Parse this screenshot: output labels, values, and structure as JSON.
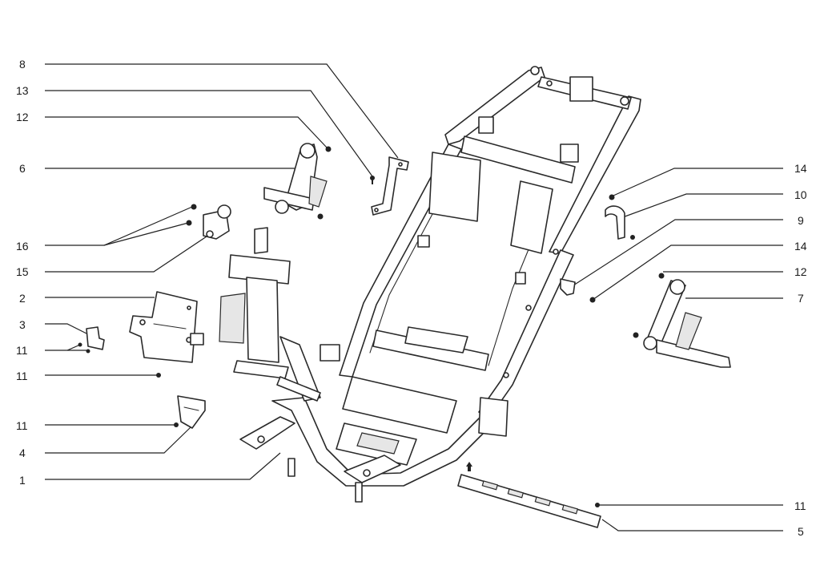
{
  "callouts": {
    "c_8": "8",
    "c_13": "13",
    "c_12a": "12",
    "c_6": "6",
    "c_16": "16",
    "c_15": "15",
    "c_2": "2",
    "c_3": "3",
    "c_11a": "11",
    "c_11b": "11",
    "c_11c": "11",
    "c_4": "4",
    "c_1": "1",
    "c_14a": "14",
    "c_10": "10",
    "c_9": "9",
    "c_14b": "14",
    "c_12b": "12",
    "c_7": "7",
    "c_11d": "11",
    "c_5": "5"
  },
  "colors": {
    "line": "#222222",
    "background": "#ffffff",
    "shade": "#e6e6e6"
  }
}
